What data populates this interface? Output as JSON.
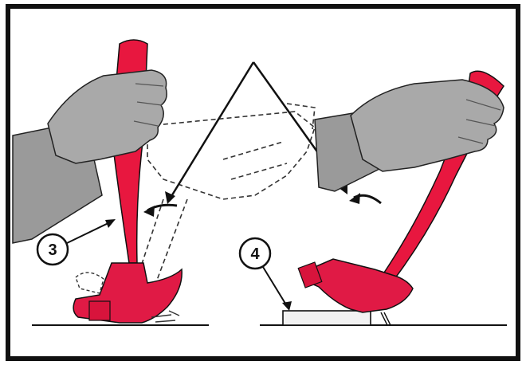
{
  "figure": {
    "callouts": [
      {
        "id": "3",
        "label": "3"
      },
      {
        "id": "4",
        "label": "4"
      }
    ],
    "colors": {
      "handle": "#e8173f",
      "head_metal": "#e01a45",
      "glove": "#a9a9a9",
      "sleeve": "#9a9a9a",
      "outline": "#111111",
      "frame": "#111111",
      "background": "#ffffff",
      "block": "#f2f2f2"
    },
    "icons": [
      "arrow-icon",
      "hammer-icon",
      "glove-icon",
      "nail-icon"
    ]
  }
}
